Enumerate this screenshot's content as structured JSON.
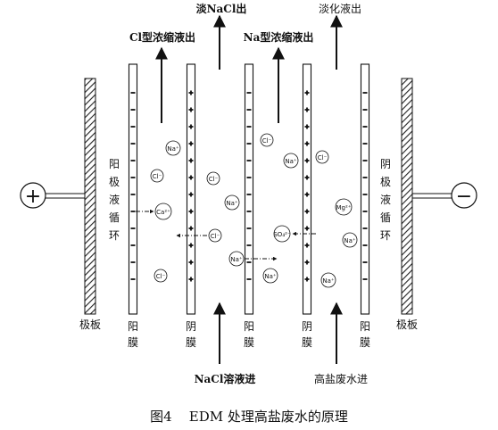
{
  "top_labels": {
    "dilute_nacl_out": "淡NaCl出",
    "dilute_out": "淡化液出",
    "cl_type_out": "Cl型浓缩液出",
    "na_type_out": "Na型浓缩液出"
  },
  "bottom_labels": {
    "nacl_in": "NaCl溶液进",
    "brine_in": "高盐废水进"
  },
  "side_labels": {
    "anode_loop": [
      "阳",
      "极",
      "液",
      "循",
      "环"
    ],
    "cathode_loop": [
      "阴",
      "极",
      "液",
      "循",
      "环"
    ],
    "left_plate": "极板",
    "right_plate": "极板"
  },
  "electrodes": {
    "anode_sign": "+",
    "cathode_sign": "−"
  },
  "membranes": [
    {
      "kind": "阳膜",
      "chars": [
        "阳",
        "膜"
      ],
      "sign": "−"
    },
    {
      "kind": "阴膜",
      "chars": [
        "阴",
        "膜"
      ],
      "sign": "+"
    },
    {
      "kind": "阳膜",
      "chars": [
        "阳",
        "膜"
      ],
      "sign": "−"
    },
    {
      "kind": "阴膜",
      "chars": [
        "阴",
        "膜"
      ],
      "sign": "+"
    },
    {
      "kind": "阳膜",
      "chars": [
        "阳",
        "膜"
      ],
      "sign": "−"
    }
  ],
  "ions": {
    "na": "Na⁺",
    "cl": "Cl⁻",
    "ca": "Ca²⁺",
    "mg": "Mg²⁺",
    "so4": "SO₄²⁻"
  },
  "caption": "图4    EDM 处理高盐废水的原理"
}
